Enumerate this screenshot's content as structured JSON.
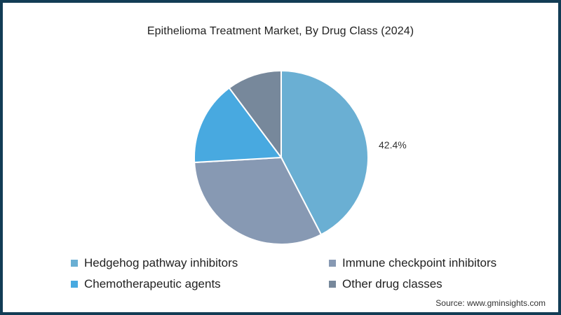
{
  "chart_data": {
    "type": "pie",
    "title": "Epithelioma Treatment Market, By Drug Class (2024)",
    "categories": [
      "Hedgehog pathway inhibitors",
      "Immune checkpoint inhibitors",
      "Chemotherapeutic agents",
      "Other drug classes"
    ],
    "values": [
      42.4,
      31.7,
      15.7,
      10.2
    ],
    "colors": [
      "#6aafd3",
      "#8799b3",
      "#48a9e0",
      "#77889b"
    ],
    "data_labels": [
      {
        "category": "Hedgehog pathway inhibitors",
        "text": "42.4%"
      }
    ],
    "legend_position": "bottom",
    "start_angle": "12 o'clock, clockwise"
  },
  "title": "Epithelioma Treatment Market, By Drug Class (2024)",
  "pct_label": "42.4%",
  "legend": [
    {
      "label": "Hedgehog pathway inhibitors",
      "color": "#6aafd3"
    },
    {
      "label": "Immune checkpoint inhibitors",
      "color": "#8799b3"
    },
    {
      "label": "Chemotherapeutic agents",
      "color": "#48a9e0"
    },
    {
      "label": "Other drug classes",
      "color": "#77889b"
    }
  ],
  "source": "Source: www.gminsights.com"
}
